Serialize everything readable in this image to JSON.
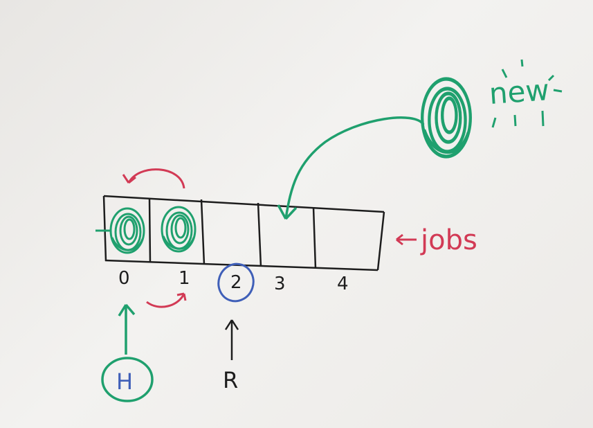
{
  "board": {
    "colors": {
      "marker_black": "#1d1d1d",
      "marker_green": "#1fa06e",
      "marker_red": "#d23a55",
      "marker_blue": "#3f5fb8",
      "board_bg": "#efeeec"
    }
  },
  "queue": {
    "label": "jobs",
    "indices": [
      "0",
      "1",
      "2",
      "3",
      "4"
    ],
    "slots": [
      {
        "filled": true
      },
      {
        "filled": true
      },
      {
        "filled": false
      },
      {
        "filled": false
      },
      {
        "filled": false
      }
    ]
  },
  "new_item": {
    "label": "new"
  },
  "head": {
    "label": "H",
    "index": "0"
  },
  "rear": {
    "label": "R",
    "index": "2"
  }
}
